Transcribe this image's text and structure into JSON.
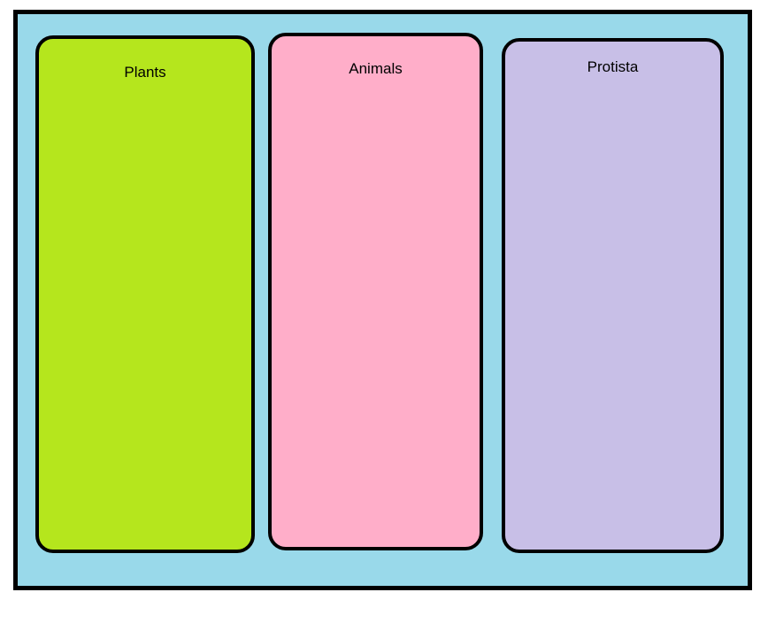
{
  "diagram": {
    "title": "classification-sorting-diagram",
    "background_color": "#99d9ea",
    "page_color": "#ffffff",
    "border_color": "#000000",
    "categories": [
      {
        "label": "Plants",
        "color": "#b5e61d"
      },
      {
        "label": "Animals",
        "color": "#ffaec9"
      },
      {
        "label": "Protista",
        "color": "#c8bfe7"
      }
    ]
  }
}
